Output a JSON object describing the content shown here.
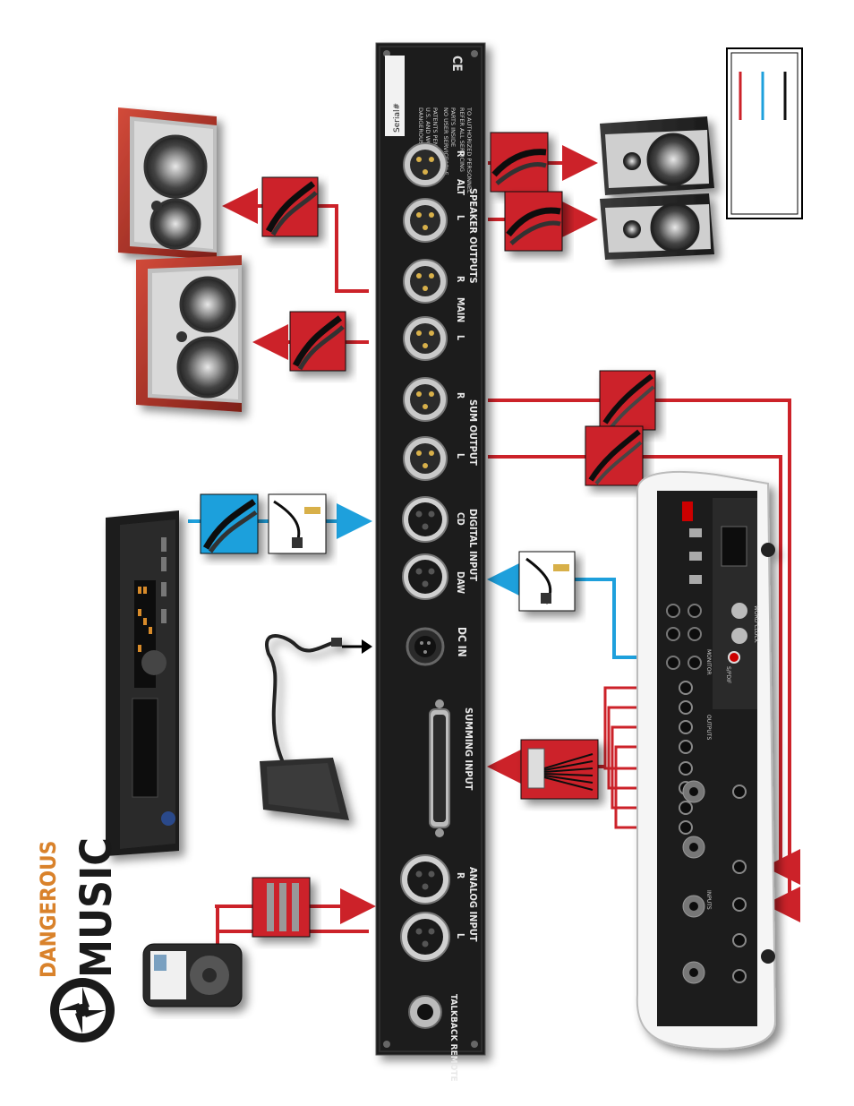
{
  "brand": {
    "line1": "DANGEROUS",
    "line2": "MUSIC",
    "color_orange": "#d9822b",
    "color_dark": "#1a1a1a"
  },
  "colors": {
    "red_cable": "#cc2229",
    "blue_cable": "#1ea0dc",
    "black_cable": "#111111",
    "unit_panel": "#1c1c1c"
  },
  "unit": {
    "serial_label": "Serial#",
    "info_lines": [
      "DANGEROUS D-BOX",
      "U.S. AND WORLDWIDE",
      "PATENTS PENDING",
      "NO USER SERVICEABLE",
      "PARTS INSIDE",
      "REFER ALL SERVICING",
      "TO AUTHORIZED PERSONNEL"
    ],
    "ce_mark": "CE",
    "sections": {
      "speaker_outputs": "SPEAKER OUTPUTS",
      "alt": "ALT",
      "main": "MAIN",
      "sum_output": "SUM OUTPUT",
      "digital_input": "DIGITAL INPUT",
      "cd": "CD",
      "daw": "DAW",
      "dc_in": "DC IN",
      "summing_input": "SUMMING INPUT",
      "analog_input": "ANALOG INPUT",
      "talkback_remote": "TALKBACK REMOTE",
      "l": "L",
      "r": "R"
    }
  },
  "interface": {
    "outputs_label": "OUTPUTS",
    "inputs_label": "INPUTS",
    "monitor_label": "MONITOR",
    "word_clock_label": "WORD CLOCK",
    "spdif_label": "S/PDIF"
  }
}
